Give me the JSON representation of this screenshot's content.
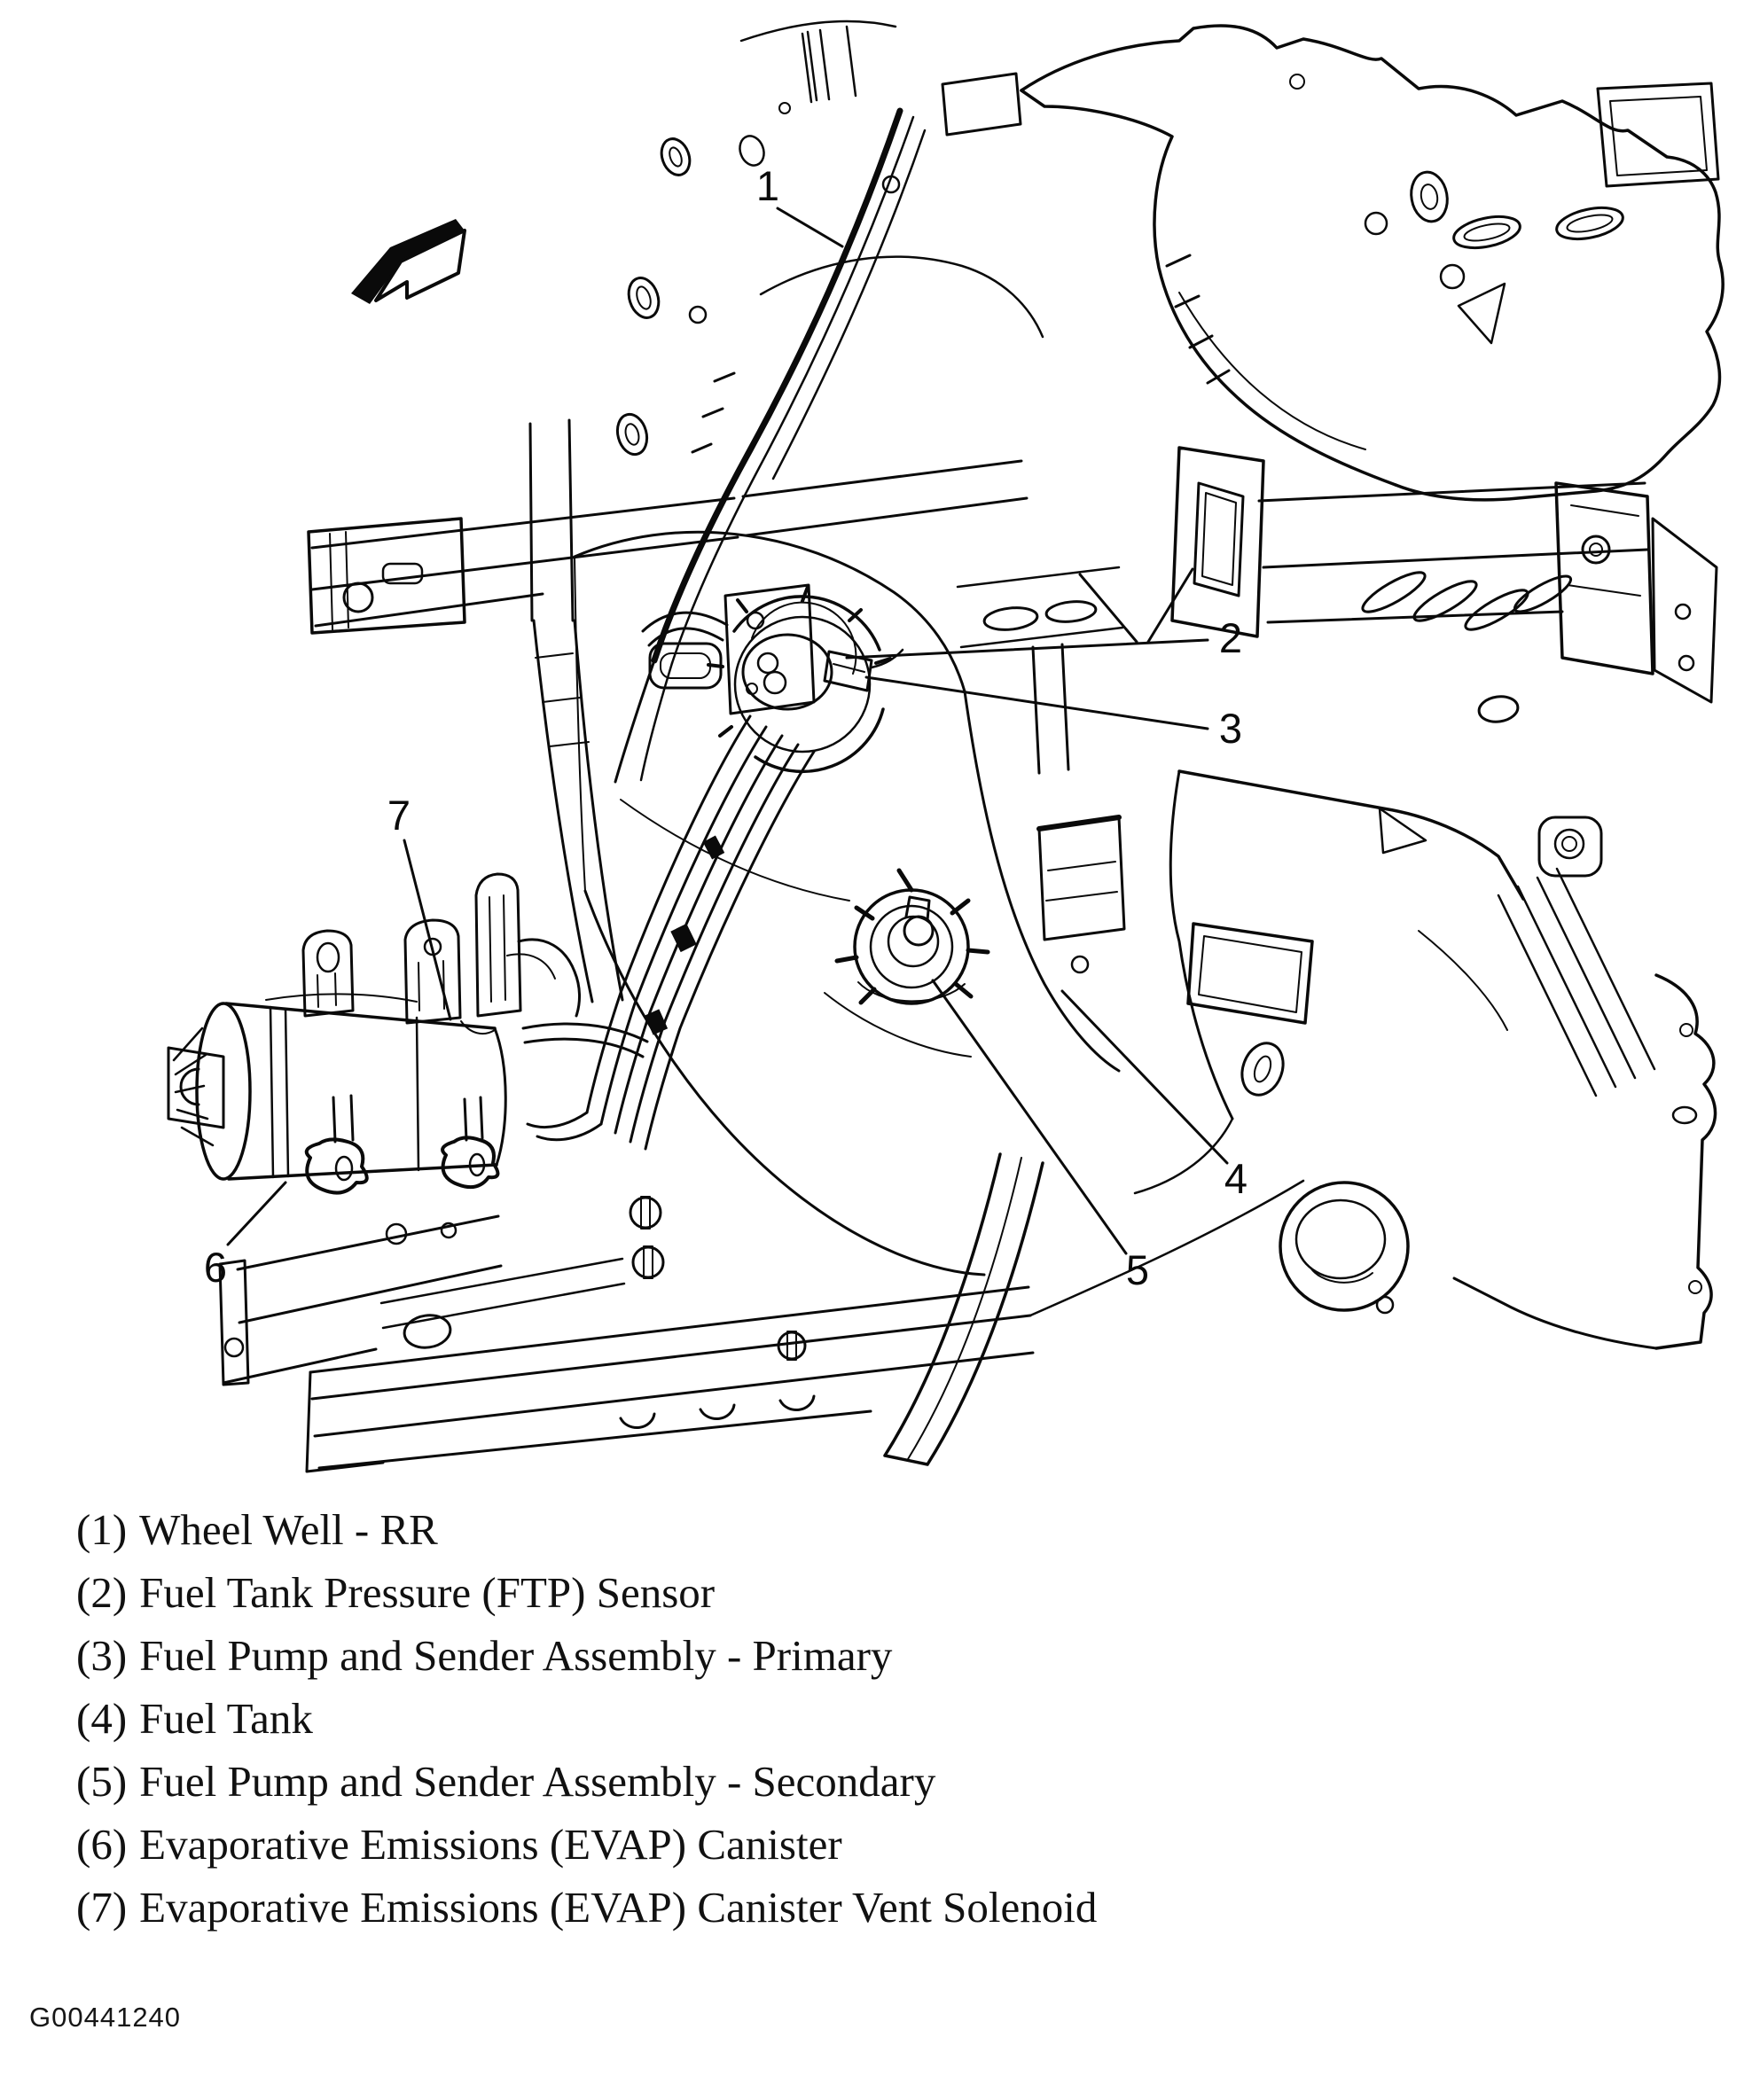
{
  "figure": {
    "kind": "technical line diagram",
    "subject": "Vehicle rear underbody - fuel tank and EVAP component locations",
    "figure_id": "G00441240",
    "colors": {
      "ink": "#0a0a0a",
      "paper": "#ffffff"
    },
    "icons": {
      "direction_arrow": "view-direction-arrow pointing lower-left"
    }
  },
  "callouts": [
    {
      "num": "1"
    },
    {
      "num": "2"
    },
    {
      "num": "3"
    },
    {
      "num": "4"
    },
    {
      "num": "5"
    },
    {
      "num": "6"
    },
    {
      "num": "7"
    }
  ],
  "legend": {
    "items": [
      {
        "number": "(1)",
        "name": "Wheel Well - RR",
        "label": "(1) Wheel Well - RR"
      },
      {
        "number": "(2)",
        "name": "Fuel Tank Pressure (FTP) Sensor",
        "label": "(2) Fuel Tank Pressure (FTP) Sensor"
      },
      {
        "number": "(3)",
        "name": "Fuel Pump and Sender Assembly - Primary",
        "label": "(3) Fuel Pump and Sender Assembly - Primary"
      },
      {
        "number": "(4)",
        "name": "Fuel Tank",
        "label": "(4) Fuel Tank"
      },
      {
        "number": "(5)",
        "name": "Fuel Pump and Sender Assembly - Secondary",
        "label": "(5) Fuel Pump and Sender Assembly - Secondary"
      },
      {
        "number": "(6)",
        "name": "Evaporative Emissions (EVAP) Canister",
        "label": "(6) Evaporative Emissions (EVAP) Canister"
      },
      {
        "number": "(7)",
        "name": "Evaporative Emissions (EVAP) Canister Vent Solenoid",
        "label": "(7) Evaporative Emissions (EVAP) Canister Vent Solenoid"
      }
    ]
  }
}
